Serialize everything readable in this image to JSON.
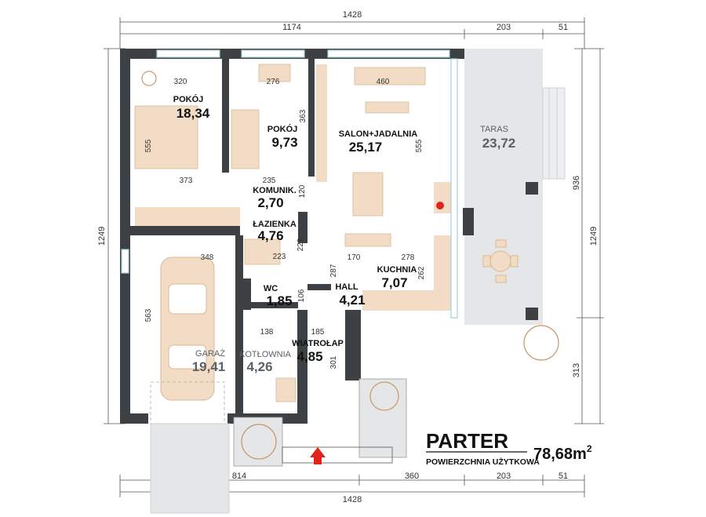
{
  "dims": {
    "top_total": "1428",
    "top_a": "1174",
    "top_b": "203",
    "top_c": "51",
    "bottom_total": "1428",
    "bottom_a": "814",
    "bottom_b": "360",
    "bottom_c": "203",
    "bottom_d": "51",
    "left_total": "1249",
    "right_total": "1249",
    "right_a": "936",
    "right_b": "313"
  },
  "rooms": [
    {
      "name": "POKÓJ",
      "area": "18,34"
    },
    {
      "name": "POKÓJ",
      "area": "9,73"
    },
    {
      "name": "SALON+JADALNIA",
      "area": "25,17"
    },
    {
      "name": "TARAS",
      "area": "23,72"
    },
    {
      "name": "KOMUNIK.",
      "area": "2,70"
    },
    {
      "name": "ŁAZIENKA",
      "area": "4,76"
    },
    {
      "name": "WC",
      "area": "1,85"
    },
    {
      "name": "HALL",
      "area": "4,21"
    },
    {
      "name": "KUCHNIA",
      "area": "7,07"
    },
    {
      "name": "GARAŻ",
      "area": "19,41"
    },
    {
      "name": "KOTŁOWNIA",
      "area": "4,26"
    },
    {
      "name": "WIATROŁAP",
      "area": "4,85"
    }
  ],
  "inner_dims": [
    "320",
    "276",
    "460",
    "555",
    "363",
    "555",
    "373",
    "235",
    "120",
    "348",
    "223",
    "223",
    "170",
    "278",
    "287",
    "262",
    "563",
    "106",
    "138",
    "185",
    "301"
  ],
  "legend": {
    "title": "PARTER",
    "subtitle": "POWIERZCHNIA UŻYTKOWA",
    "total_area": "78,68m",
    "total_sup": "2"
  },
  "colors": {
    "wall": "#3d4144",
    "floor_accent": "#f3dcc5",
    "terrace": "#e4e6e7",
    "dimension": "#555555",
    "entry_arrow": "#e0241b",
    "window": "#9fd0dc"
  }
}
